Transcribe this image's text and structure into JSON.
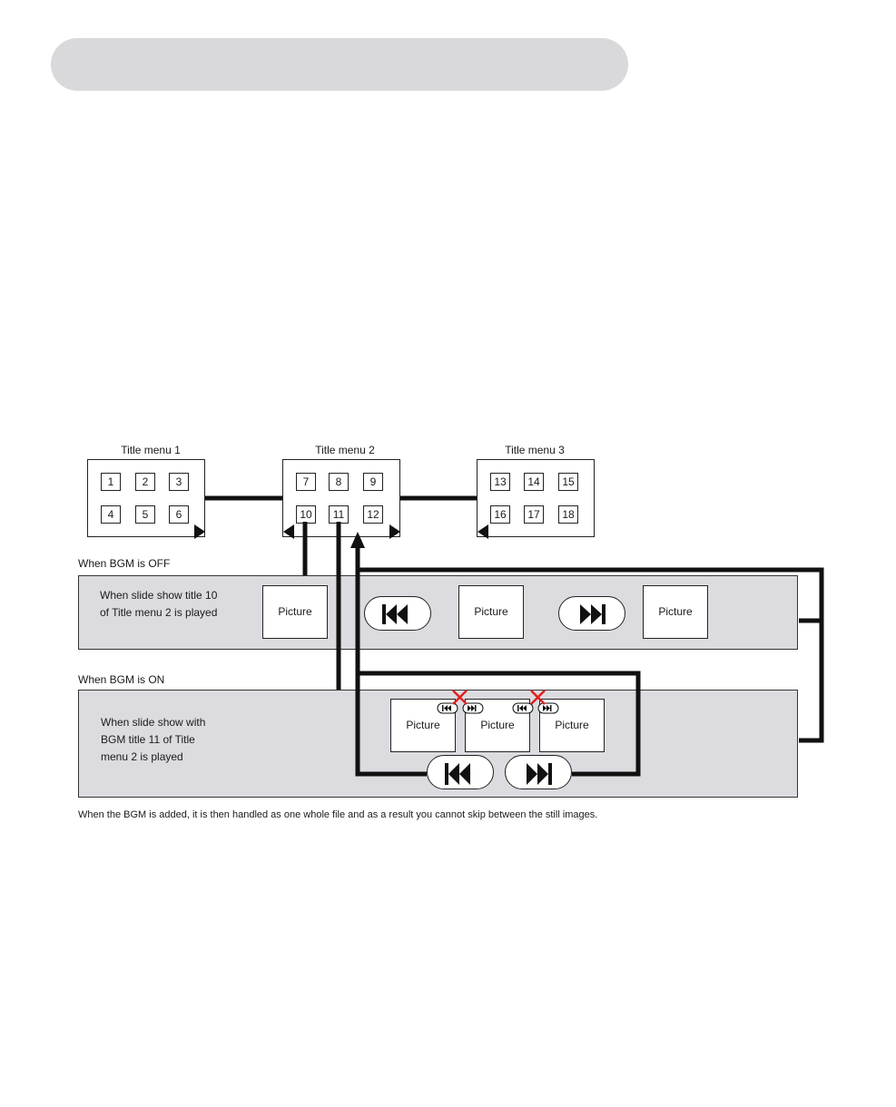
{
  "menus": [
    {
      "title": "Title menu 1",
      "numbers": [
        "1",
        "2",
        "3",
        "4",
        "5",
        "6"
      ]
    },
    {
      "title": "Title menu 2",
      "numbers": [
        "7",
        "8",
        "9",
        "10",
        "11",
        "12"
      ]
    },
    {
      "title": "Title menu 3",
      "numbers": [
        "13",
        "14",
        "15",
        "16",
        "17",
        "18"
      ]
    }
  ],
  "bgm_off": {
    "label": "When BGM is OFF",
    "line1": "When slide show title 10",
    "line2": "of Title menu 2 is played",
    "picture": "Picture"
  },
  "bgm_on": {
    "label": "When BGM is ON",
    "line1": "When slide show with",
    "line2": "BGM title 11 of Title",
    "line3": "menu 2 is played",
    "picture": "Picture"
  },
  "caption": "When the BGM is added, it is then handled as one whole file and as a result you cannot skip between the still images.",
  "colors": {
    "panel": "#dcdce0",
    "header": "#d9d9dc",
    "cross": "#e02020"
  }
}
